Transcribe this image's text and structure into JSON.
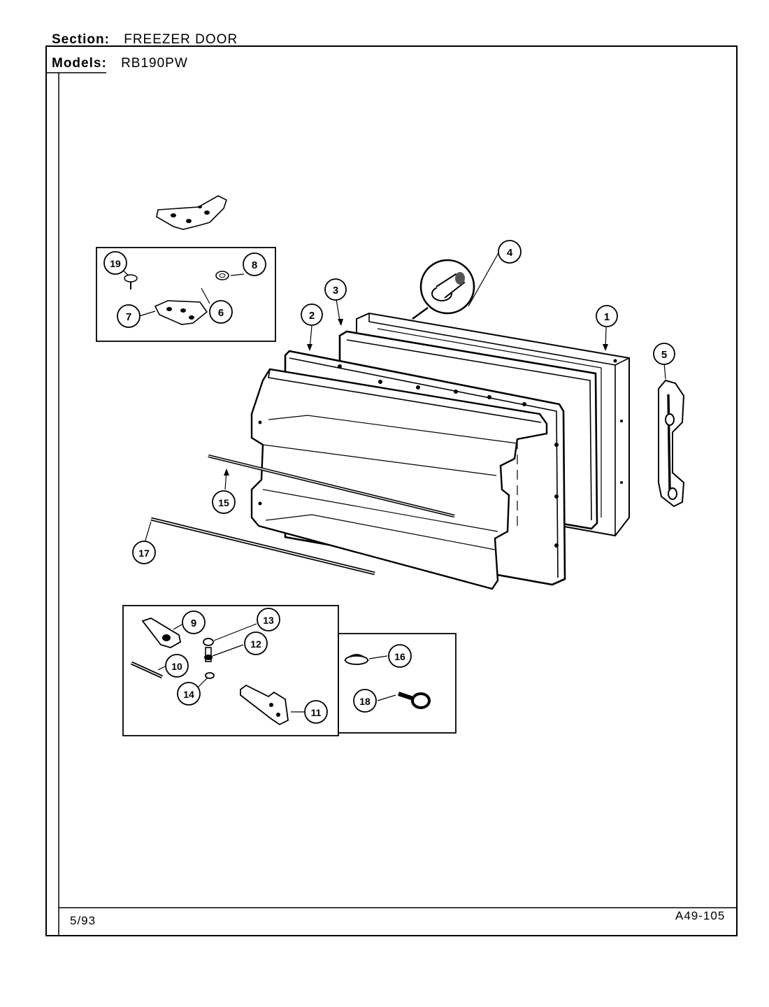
{
  "header": {
    "section_label": "Section:",
    "section_value": "FREEZER DOOR",
    "models_label": "Models:",
    "models_value": "RB190PW"
  },
  "footer": {
    "date": "5/93",
    "code": "A49-105"
  },
  "callouts": [
    "1",
    "2",
    "3",
    "4",
    "5",
    "6",
    "7",
    "8",
    "9",
    "10",
    "11",
    "12",
    "13",
    "14",
    "15",
    "16",
    "17",
    "18",
    "19"
  ]
}
